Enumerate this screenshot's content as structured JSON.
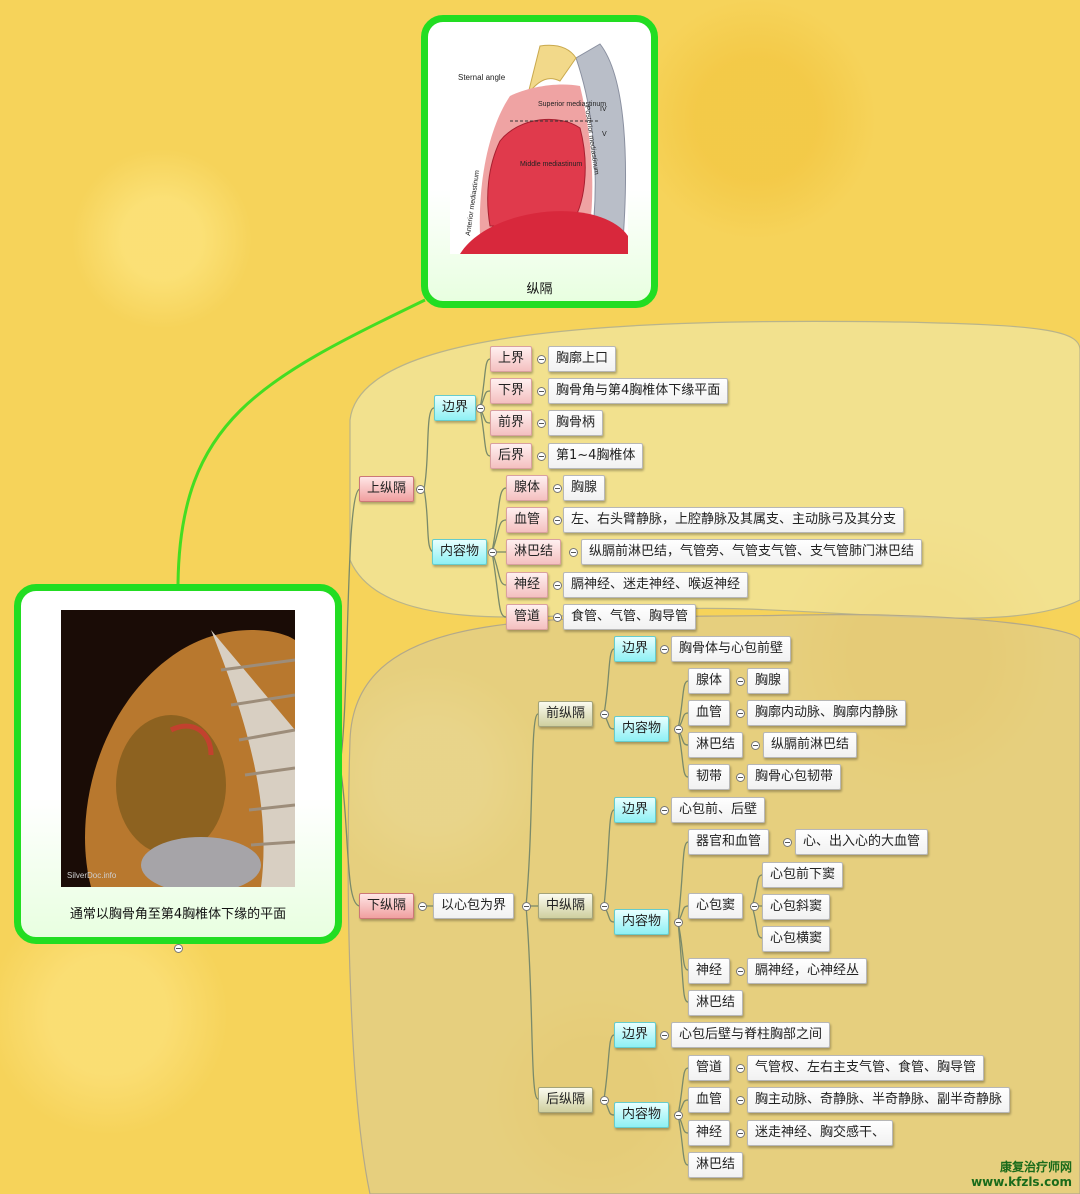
{
  "top_card": {
    "caption": "纵隔",
    "figure_labels": {
      "sternal_angle": "Sternal angle",
      "superior": "Superior mediastinum",
      "middle": "Middle mediastinum",
      "anterior": "Anterior mediastinum",
      "posterior": "Posterior mediastinum",
      "iv": "IV",
      "v": "V"
    }
  },
  "left_card": {
    "caption": "通常以胸骨角至第4胸椎体下缘的平面",
    "photo_credit": "SilverDoc.info"
  },
  "superior": {
    "label": "上纵隔",
    "boundary": {
      "label": "边界",
      "items": [
        {
          "key": "上界",
          "value": "胸廓上口"
        },
        {
          "key": "下界",
          "value": "胸骨角与第4胸椎体下缘平面"
        },
        {
          "key": "前界",
          "value": "胸骨柄"
        },
        {
          "key": "后界",
          "value": "第1~4胸椎体"
        }
      ]
    },
    "contents": {
      "label": "内容物",
      "items": [
        {
          "key": "腺体",
          "value": "胸腺"
        },
        {
          "key": "血管",
          "value": "左、右头臂静脉，上腔静脉及其属支、主动脉弓及其分支"
        },
        {
          "key": "淋巴结",
          "value": "纵膈前淋巴结，气管旁、气管支气管、支气管肺门淋巴结"
        },
        {
          "key": "神经",
          "value": "膈神经、迷走神经、喉返神经"
        },
        {
          "key": "管道",
          "value": "食管、气管、胸导管"
        }
      ]
    }
  },
  "inferior": {
    "label": "下纵隔",
    "divider": "以心包为界",
    "anterior": {
      "label": "前纵隔",
      "boundary_label": "边界",
      "boundary_value": "胸骨体与心包前壁",
      "contents_label": "内容物",
      "items": [
        {
          "key": "腺体",
          "value": "胸腺"
        },
        {
          "key": "血管",
          "value": "胸廓内动脉、胸廓内静脉"
        },
        {
          "key": "淋巴结",
          "value": "纵膈前淋巴结"
        },
        {
          "key": "韧带",
          "value": "胸骨心包韧带"
        }
      ]
    },
    "middle": {
      "label": "中纵隔",
      "boundary_label": "边界",
      "boundary_value": "心包前、后壁",
      "contents_label": "内容物",
      "organ_key": "器官和血管",
      "organ_value": "心、出入心的大血管",
      "sinus_key": "心包窦",
      "sinus_values": [
        "心包前下窦",
        "心包斜窦",
        "心包横窦"
      ],
      "nerve_key": "神经",
      "nerve_value": "膈神经，心神经丛",
      "lymph_key": "淋巴结"
    },
    "posterior": {
      "label": "后纵隔",
      "boundary_label": "边界",
      "boundary_value": "心包后壁与脊柱胸部之间",
      "contents_label": "内容物",
      "items": [
        {
          "key": "管道",
          "value": "气管杈、左右主支气管、食管、胸导管"
        },
        {
          "key": "血管",
          "value": "胸主动脉、奇静脉、半奇静脉、副半奇静脉"
        },
        {
          "key": "神经",
          "value": "迷走神经、胸交感干、"
        }
      ],
      "lymph_key": "淋巴结"
    }
  },
  "watermark": {
    "line1": "康复治疗师网",
    "line2": "www.kfzls.com"
  },
  "colors": {
    "connector": "#7a8a6a",
    "green_link": "#44dd22",
    "card_border": "#22dd22"
  }
}
